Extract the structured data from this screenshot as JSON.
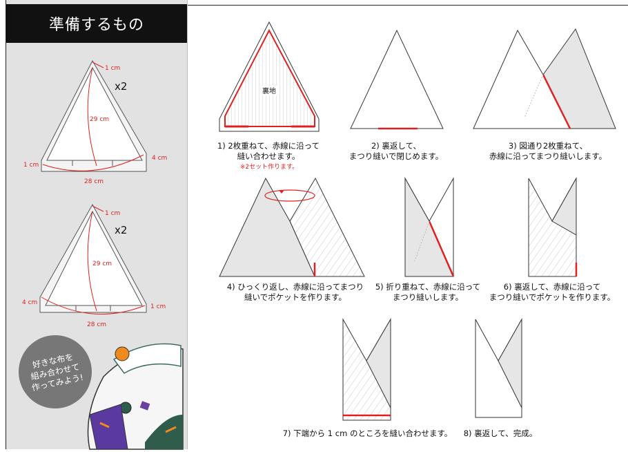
{
  "left_panel": {
    "title": "準備するもの",
    "piece1": {
      "top": "1 cm",
      "height": "29 cm",
      "width": "28 cm",
      "left": "1 cm",
      "right": "4 cm",
      "count": "x2"
    },
    "piece2": {
      "top": "1 cm",
      "height": "29 cm",
      "width": "28 cm",
      "left": "4 cm",
      "right": "1 cm",
      "count": "x2"
    },
    "badge": "好きな布を\n組み合わせて\n作ってみよう!"
  },
  "steps": [
    {
      "caption": "1) 2枚重ねて、赤線に沿って\n縫い合わせます。",
      "note": "※2セット作ります。",
      "label": "裏地"
    },
    {
      "caption": "2) 裏返して、\nまつり縫いで閉じめます。"
    },
    {
      "caption": "3) 図通り2枚重ねて、\n赤線に沿ってまつり縫いします。"
    },
    {
      "caption": "4) ひっくり返し、赤線に沿ってまつり\n縫いでポケットを作ります。"
    },
    {
      "caption": "5) 折り重ねて、赤線に沿って\nまつり縫いします。"
    },
    {
      "caption": "6) 裏返して、赤線に沿って\nまつり縫いでポケットを作ります。"
    },
    {
      "caption": "7) 下端から 1 cm のところを縫い合わせます。"
    },
    {
      "caption": "8) 裏返して、完成。"
    }
  ],
  "colors": {
    "accent": "#e02020",
    "fill": "#e4e4e4",
    "stroke": "#333333"
  }
}
